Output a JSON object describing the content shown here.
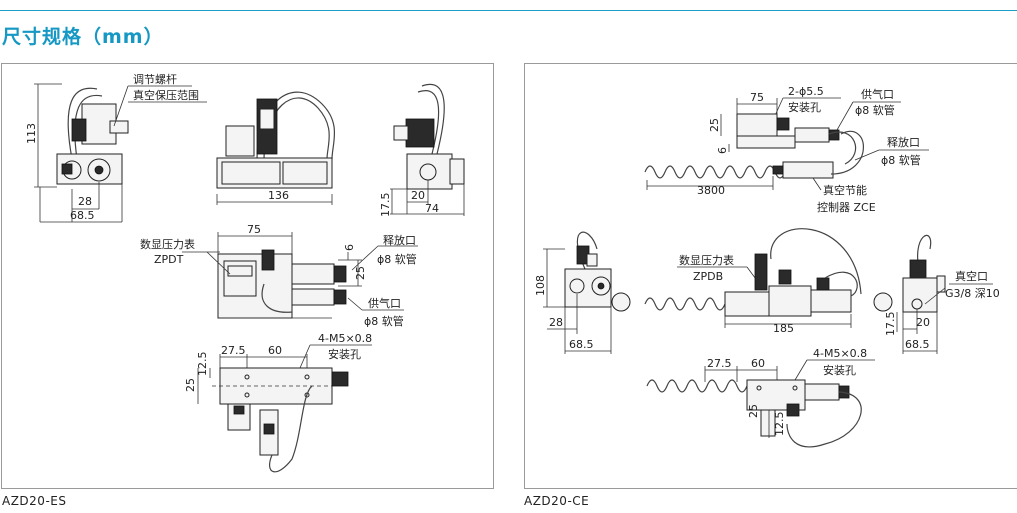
{
  "heading": "尺寸规格（mm）",
  "left": {
    "caption": "AZD20-ES",
    "labels": {
      "adjust_screw": "调节螺杆",
      "vacuum_range": "真空保压范围",
      "digital_gauge": "数显压力表",
      "gauge_model": "ZPDT",
      "release_port": "释放口",
      "release_tube": "ϕ8 软管",
      "supply_port": "供气口",
      "supply_tube": "ϕ8 软管",
      "mount_holes": "4-M5×0.8",
      "mount_label": "安装孔"
    },
    "dims": {
      "h113": "113",
      "w28": "28",
      "w68_5": "68.5",
      "w136": "136",
      "h17_5": "17.5",
      "w20": "20",
      "w74": "74",
      "w75": "75",
      "d6": "6",
      "d25": "25",
      "d27_5": "27.5",
      "d60": "60",
      "d12_5": "12.5",
      "d25b": "25"
    }
  },
  "right": {
    "caption": "AZD20-CE",
    "labels": {
      "holes": "2-ϕ5.5",
      "mount_label": "安装孔",
      "supply_port": "供气口",
      "supply_tube": "ϕ8 软管",
      "release_port": "释放口",
      "release_tube": "ϕ8 软管",
      "controller_1": "真空节能",
      "controller_2": "控制器 ZCE",
      "digital_gauge": "数显压力表",
      "gauge_model": "ZPDB",
      "vacuum_port": "真空口",
      "vacuum_thread": "G3/8 深10",
      "mount_holes": "4-M5×0.8",
      "mount_label2": "安装孔"
    },
    "dims": {
      "w75": "75",
      "h25": "25",
      "d6": "6",
      "w3800": "3800",
      "h108": "108",
      "w28": "28",
      "w68_5": "68.5",
      "w185": "185",
      "h17_5": "17.5",
      "w20": "20",
      "w68_5b": "68.5",
      "d27_5": "27.5",
      "d60": "60",
      "d12_5": "12.5",
      "d25": "25"
    }
  }
}
